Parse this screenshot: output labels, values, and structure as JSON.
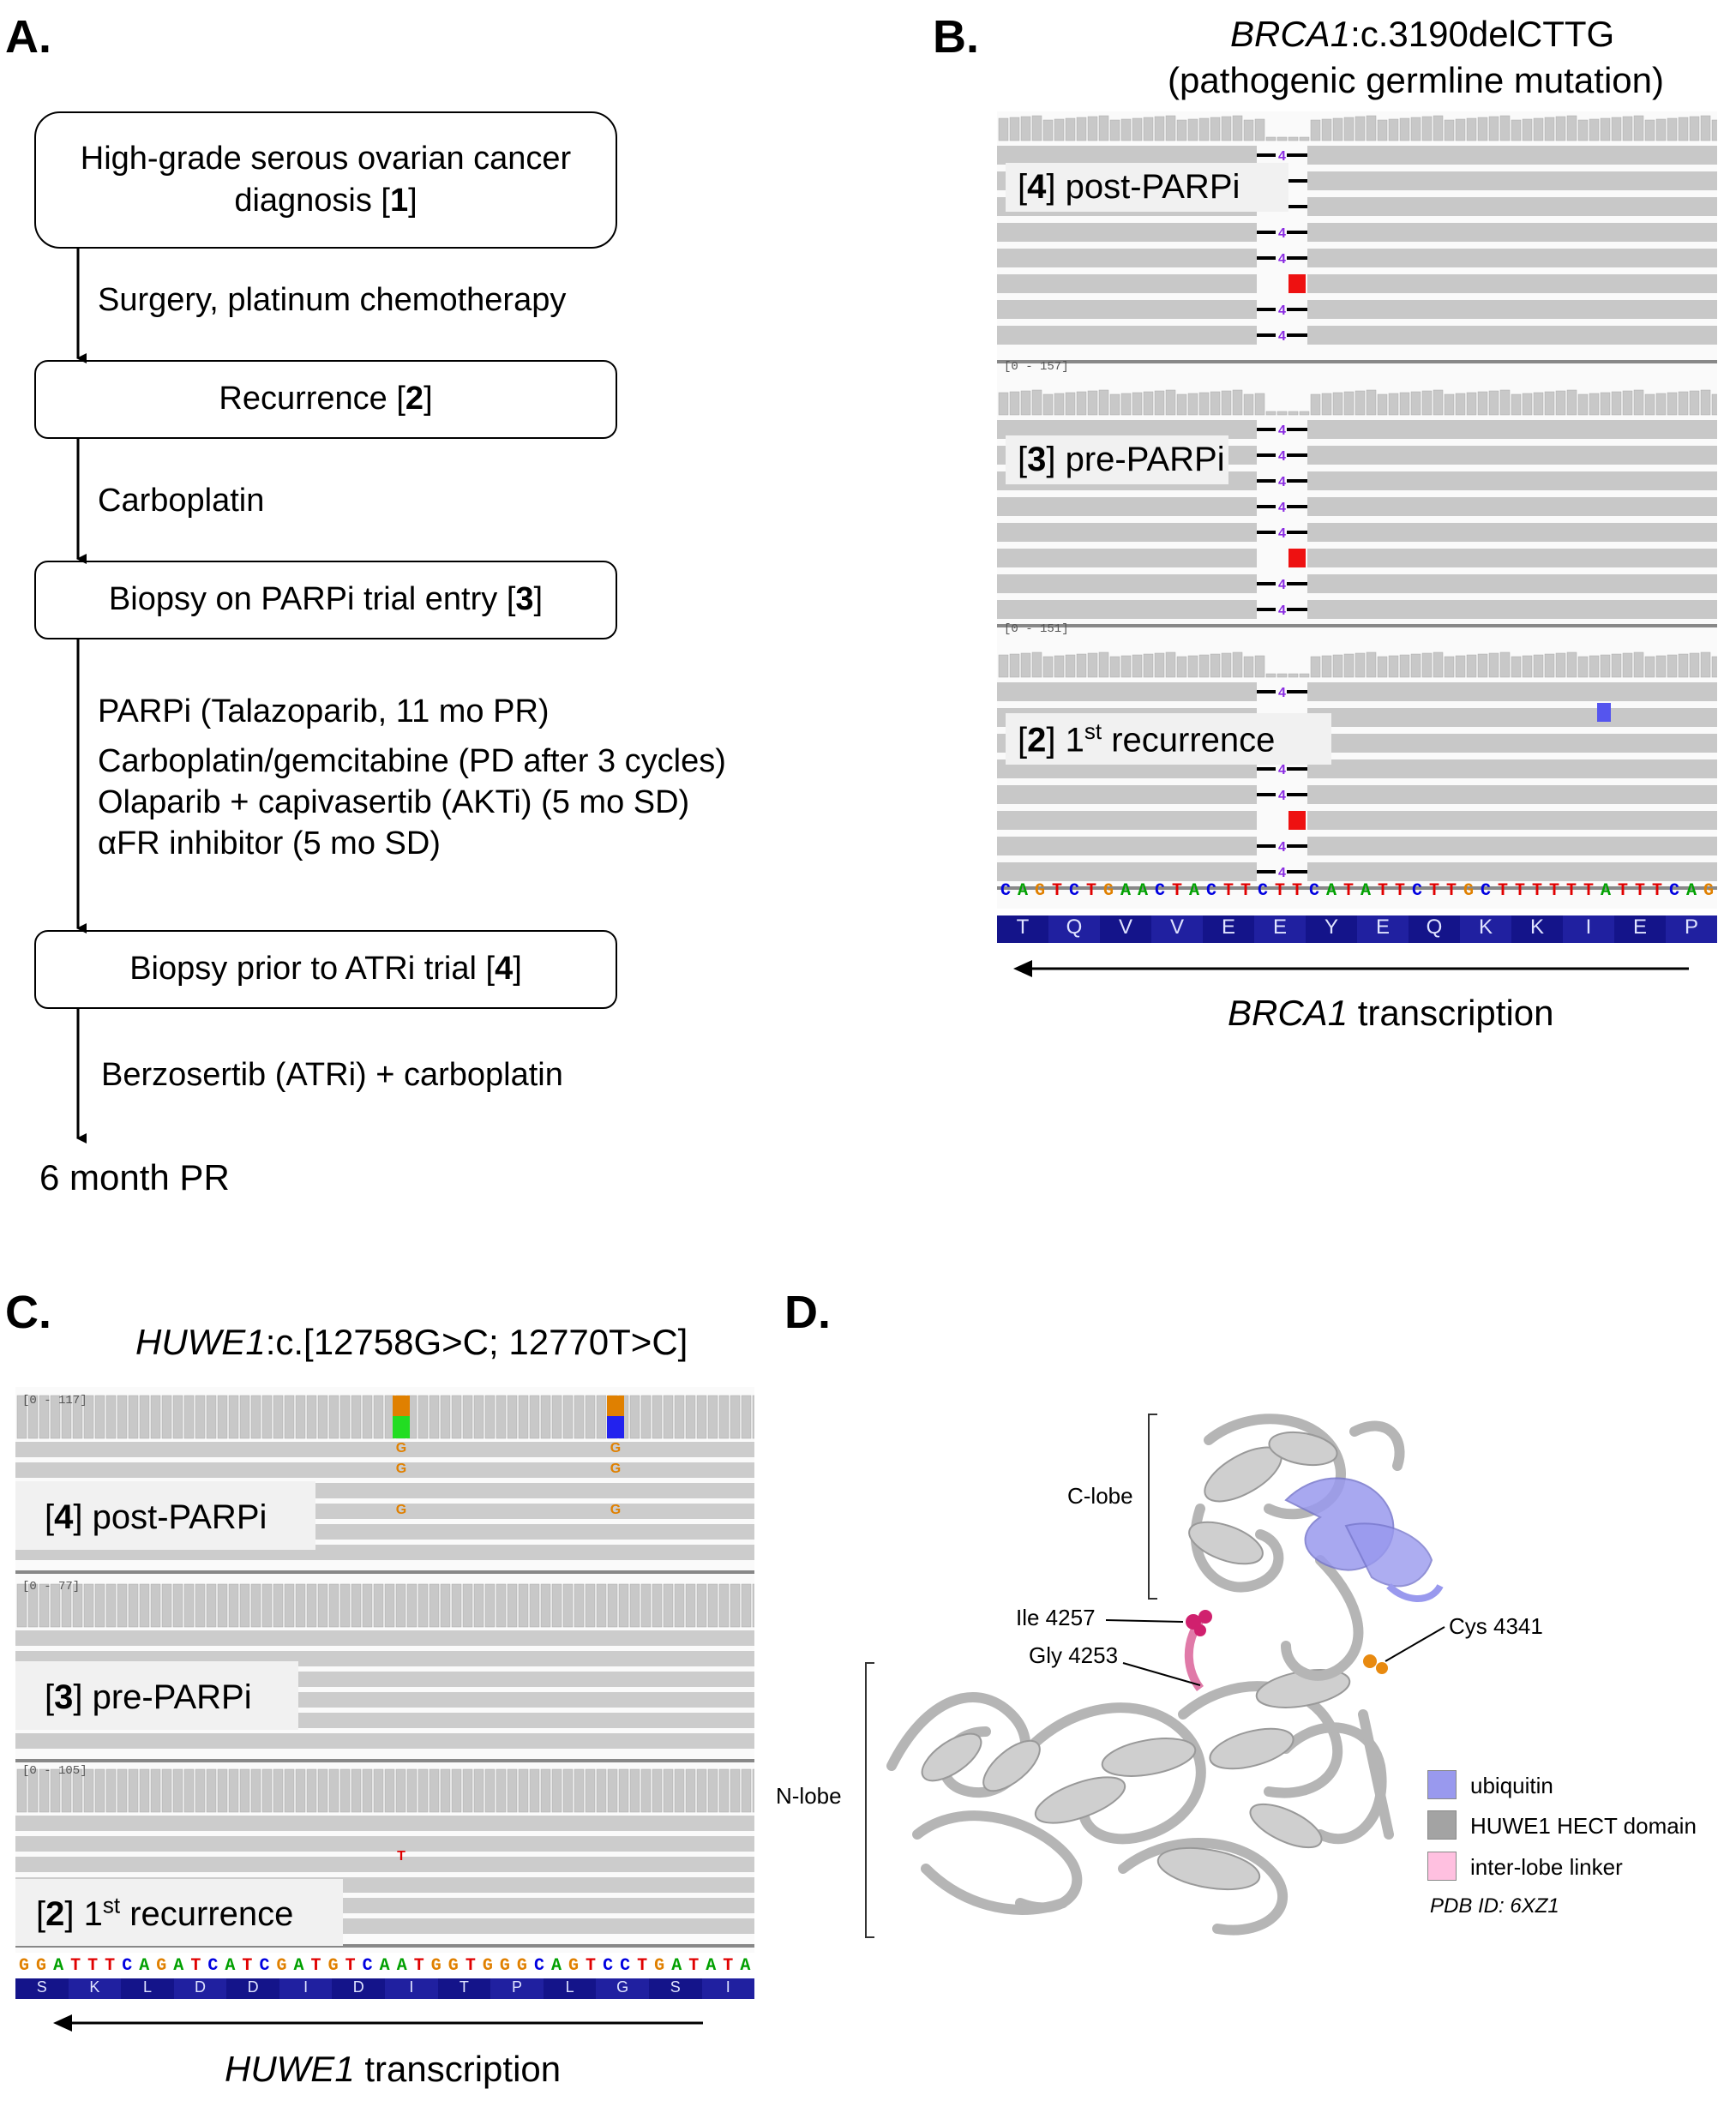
{
  "panels": {
    "a": "A.",
    "b": "B.",
    "c": "C.",
    "d": "D."
  },
  "flow": {
    "box1_pre": "High-grade serous ovarian cancer diagnosis [",
    "box1_ref": "1",
    "box2_pre": "Recurrence [",
    "box2_ref": "2",
    "box3_pre": "Biopsy on PARPi trial entry [",
    "box3_ref": "3",
    "box4_pre": "Biopsy prior to ATRi trial [",
    "box4_ref": "4",
    "close": "]",
    "arrow1": "Surgery, platinum chemotherapy",
    "arrow2": "Carboplatin",
    "arrow3": [
      "PARPi (Talazoparib, 11 mo PR)",
      "Carboplatin/gemcitabine (PD after 3 cycles)",
      "Olaparib + capivasertib (AKTi) (5 mo SD)",
      "αFR inhibitor (5 mo SD)"
    ],
    "arrow4": "Berzosertib (ATRi) + carboplatin",
    "outcome": "6 month PR"
  },
  "panel_b": {
    "gene": "BRCA1",
    "variant": ":c.3190delCTTG",
    "subtitle": "(pathogenic germline mutation)",
    "tracks": [
      {
        "num": "4",
        "label": "post-PARPi",
        "range": ""
      },
      {
        "num": "3",
        "label": "pre-PARPi",
        "range": "[0 - 157]"
      },
      {
        "num": "2",
        "label": "1",
        "sup": "st",
        "label2": " recurrence",
        "range": "[0 - 151]"
      }
    ],
    "deletion_len": "4",
    "sequence": "CAGTCTGAACTACTTCTTCATATTCTTGCTTTTTTATTTCAG",
    "amino_acids": [
      "T",
      "Q",
      "V",
      "V",
      "E",
      "E",
      "Y",
      "E",
      "Q",
      "K",
      "K",
      "I",
      "E",
      "P"
    ],
    "transcription_gene": "BRCA1",
    "transcription_text": " transcription"
  },
  "panel_c": {
    "gene": "HUWE1",
    "variant": ":c.[12758G>C; 12770T>C]",
    "tracks": [
      {
        "num": "4",
        "label": "post-PARPi",
        "range": "[0 - 117]"
      },
      {
        "num": "3",
        "label": "pre-PARPi",
        "range": "[0 - 77]"
      },
      {
        "num": "2",
        "label": "1",
        "sup": "st",
        "label2": " recurrence",
        "range": "[0 - 105]"
      }
    ],
    "mismatch_base": "G",
    "ref_base_t": "T",
    "sequence": "GGATTTCAGATCATCGATGTCAATGGTGGGCAGTCCTGATATA",
    "amino_acids": [
      "S",
      "K",
      "L",
      "D",
      "D",
      "I",
      "D",
      "I",
      "T",
      "P",
      "L",
      "G",
      "S",
      "I"
    ],
    "transcription_gene": "HUWE1",
    "transcription_text": " transcription"
  },
  "panel_d": {
    "c_lobe": "C-lobe",
    "n_lobe": "N-lobe",
    "ile": "Ile 4257",
    "gly": "Gly 4253",
    "cys": "Cys 4341",
    "legend": [
      {
        "label": "ubiquitin",
        "color": "#9999ee"
      },
      {
        "label": "HUWE1 HECT domain",
        "color": "#a3a3a3"
      },
      {
        "label": "inter-lobe linker",
        "color": "#ffc0e0"
      }
    ],
    "pdb": "PDB ID: 6XZ1"
  },
  "colors": {
    "A": "#00a000",
    "C": "#0000e0",
    "G": "#e08000",
    "T": "#e00000"
  }
}
